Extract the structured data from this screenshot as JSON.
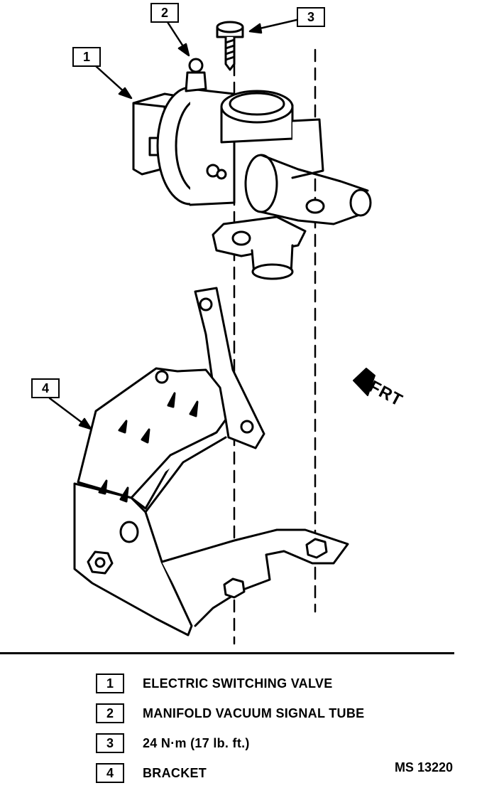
{
  "callouts": {
    "c1": "1",
    "c2": "2",
    "c3": "3",
    "c4": "4"
  },
  "direction_label": "FRT",
  "legend": [
    {
      "num": "1",
      "text": "ELECTRIC SWITCHING VALVE"
    },
    {
      "num": "2",
      "text": "MANIFOLD VACUUM SIGNAL TUBE"
    },
    {
      "num": "3",
      "text": "24 N·m (17 lb. ft.)"
    },
    {
      "num": "4",
      "text": "BRACKET"
    }
  ],
  "figure_code": "MS 13220"
}
